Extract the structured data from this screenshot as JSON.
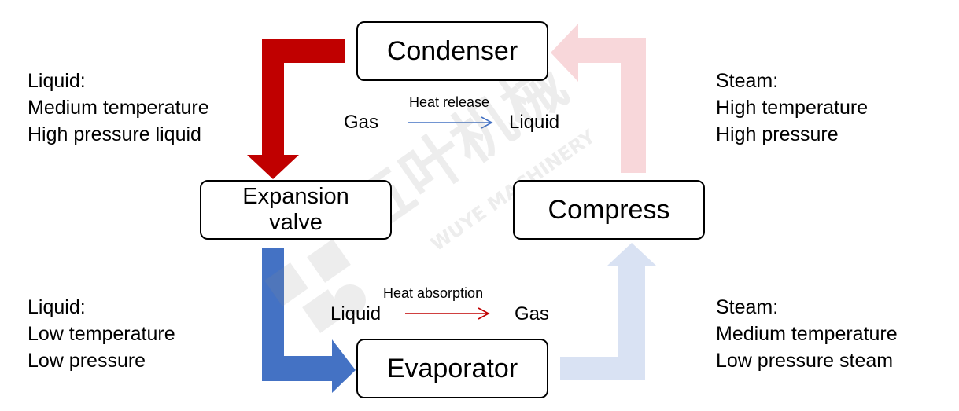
{
  "nodes": {
    "condenser": "Condenser",
    "expansion_line1": "Expansion",
    "expansion_line2": "valve",
    "compress": "Compress",
    "evaporator": "Evaporator"
  },
  "states": {
    "top_left": [
      "Liquid:",
      "Medium temperature",
      "High pressure liquid"
    ],
    "top_right": [
      "Steam:",
      "High temperature",
      "High pressure"
    ],
    "bottom_left": [
      "Liquid:",
      "Low temperature",
      "Low pressure"
    ],
    "bottom_right": [
      "Steam:",
      "Medium temperature",
      "Low pressure steam"
    ]
  },
  "transitions": {
    "top": {
      "from": "Gas",
      "label": "Heat release",
      "to": "Liquid",
      "color": "#4472c4"
    },
    "bottom": {
      "from": "Liquid",
      "label": "Heat absorption",
      "to": "Gas",
      "color": "#c00000"
    }
  },
  "colors": {
    "red_arrow": "#c00000",
    "pink_arrow": "#f8d7da",
    "blue_arrow": "#4472c4",
    "lightblue_arrow": "#d9e2f3"
  },
  "watermark": {
    "brand_cn": "五叶机械",
    "brand_en": "WUYE MACHINERY"
  }
}
